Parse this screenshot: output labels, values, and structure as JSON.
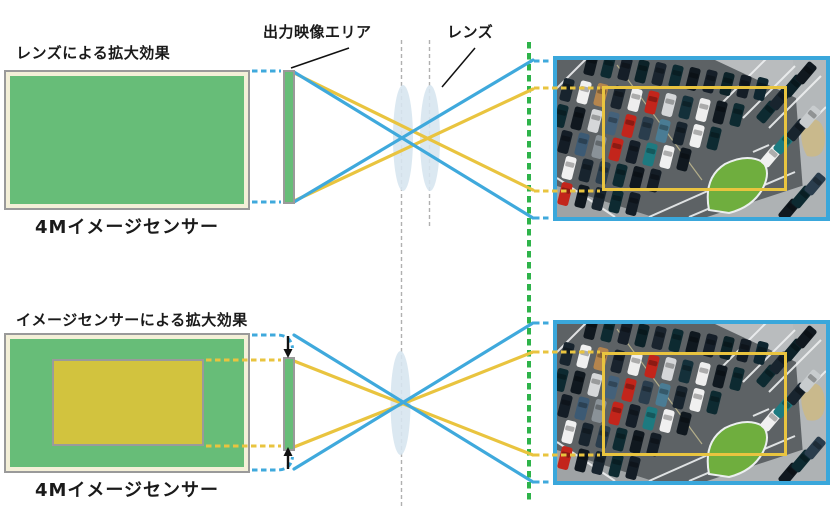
{
  "diagram": {
    "top": {
      "title": "レンズによる拡大効果",
      "sensor_label": "4Mイメージセンサー",
      "output_area_label": "出力映像エリア",
      "lens_label": "レンズ"
    },
    "bottom": {
      "title": "イメージセンサーによる拡大効果",
      "sensor_label": "4Mイメージセンサー"
    }
  },
  "colors": {
    "ray_blue": "#3fa9dc",
    "ray_yellow": "#e9c43f",
    "sensor_green": "#67bd78",
    "crop_yellow": "#d2c33e",
    "sensor_frame_cream": "#f4f0d8",
    "frame_gray": "#9a9a9a",
    "guide_green_dashed": "#2eb34a",
    "lens_fill": "#d7e5ef",
    "optical_axis_gray": "#b0b0b0",
    "photo_border_blue": "#3aa7db",
    "arrow_black": "#111111"
  }
}
